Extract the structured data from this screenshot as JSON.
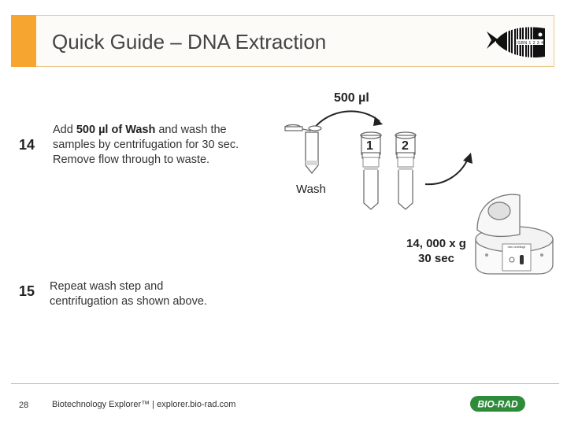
{
  "header": {
    "title": "Quick Guide – DNA Extraction",
    "logo_text": "ISBN 1 2 3 4"
  },
  "steps": [
    {
      "number": "14",
      "text_prefix": "Add ",
      "text_bold": "500 µl of Wash",
      "text_rest": " and wash the",
      "line2": "samples by centrifugation for 30 sec.",
      "line3": "Remove flow through to waste."
    },
    {
      "number": "15",
      "line1": "Repeat wash step and",
      "line2": "centrifugation as shown above."
    }
  ],
  "illustration": {
    "volume": "500 µl",
    "wash_label": "Wash",
    "tube_1": "1",
    "tube_2": "2",
    "speed": "14, 000 x g",
    "time": "30 sec"
  },
  "footer": {
    "page_number": "28",
    "text": "Biotechnology Explorer™ |  explorer.bio-rad.com",
    "brand": "BIO-RAD"
  },
  "colors": {
    "accent": "#f7a531",
    "brand_green": "#2e8b3a"
  }
}
